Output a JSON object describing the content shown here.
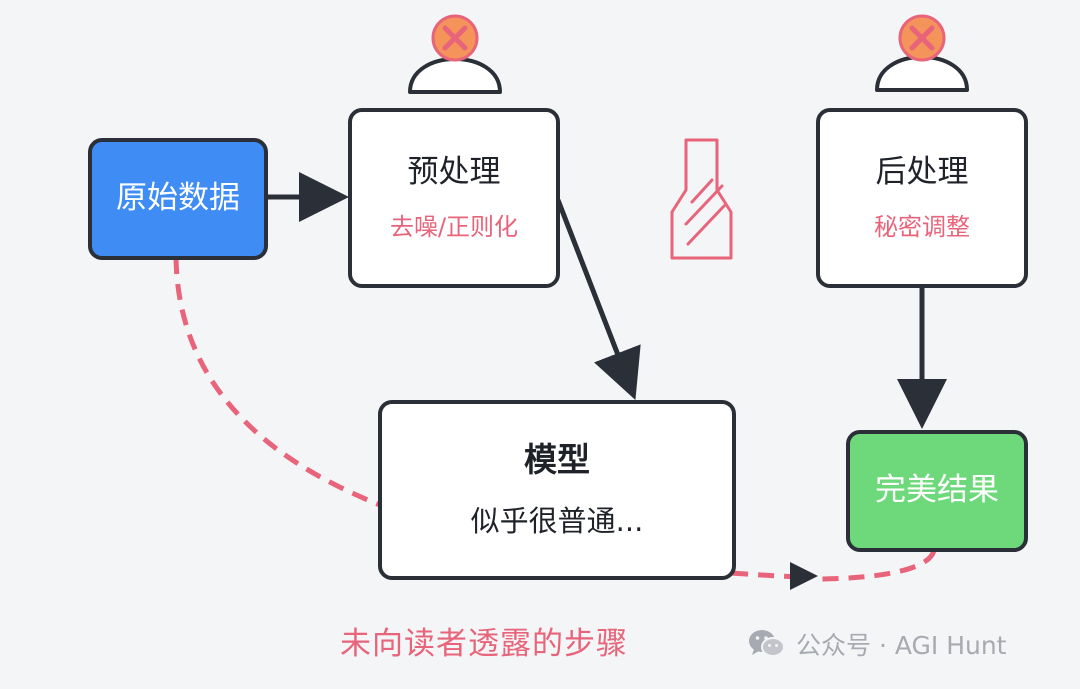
{
  "nodes": {
    "raw_data": {
      "label": "原始数据"
    },
    "preprocess": {
      "title": "预处理",
      "subtitle": "去噪/正则化"
    },
    "postprocess": {
      "title": "后处理",
      "subtitle": "秘密调整"
    },
    "model": {
      "title": "模型",
      "body": "似乎很普通..."
    },
    "result": {
      "label": "完美结果"
    }
  },
  "caption": "未向读者透露的步骤",
  "watermark": "公众号 · AGI Hunt",
  "colors": {
    "raw_fill": "#3f8cf5",
    "result_fill": "#6ed97b",
    "accent_red": "#e8647a",
    "stroke": "#2b2f38",
    "hidden_badge": "#f4935a"
  },
  "icons": [
    "hidden-observer-icon",
    "hidden-observer-icon",
    "secret-glass-icon",
    "wechat-icon"
  ]
}
